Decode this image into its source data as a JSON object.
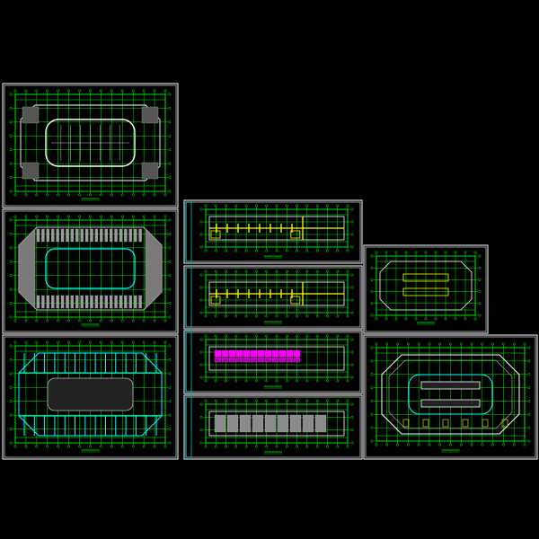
{
  "app": {
    "title": ""
  },
  "colors": {
    "background": "#000000",
    "frame": "#ffffff",
    "border_cyan": "#00ffff",
    "grid_green": "#00ff00",
    "wall_white": "#ffffff",
    "accent_yellow": "#ffff00",
    "accent_magenta": "#ff00ff",
    "accent_cyan": "#00ffff",
    "hatch_grey": "#bdbdbd"
  },
  "sheets": [
    {
      "id": "sheet-1",
      "kind": "floor-plan-track",
      "title": "",
      "accent": "none"
    },
    {
      "id": "sheet-2",
      "kind": "floor-plan-seating",
      "title": "",
      "accent": "none"
    },
    {
      "id": "sheet-3",
      "kind": "floor-plan-roof-cyan",
      "title": "",
      "accent": "cyan"
    },
    {
      "id": "sheet-4",
      "kind": "section-yellow-upper",
      "title": "",
      "accent": "yellow"
    },
    {
      "id": "sheet-5",
      "kind": "section-yellow-lower",
      "title": "",
      "accent": "yellow"
    },
    {
      "id": "sheet-6",
      "kind": "section-magenta",
      "title": "",
      "accent": "magenta"
    },
    {
      "id": "sheet-7",
      "kind": "section-grey",
      "title": "",
      "accent": "grey"
    },
    {
      "id": "sheet-8",
      "kind": "plan-small-yellow",
      "title": "",
      "accent": "yellow"
    },
    {
      "id": "sheet-9",
      "kind": "plan-large-mixed",
      "title": "",
      "accent": "mixed"
    }
  ]
}
